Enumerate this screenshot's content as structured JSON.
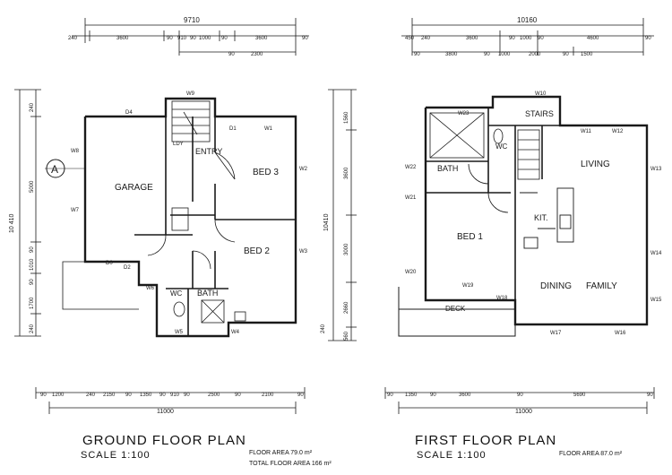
{
  "ground": {
    "title": "GROUND FLOOR PLAN",
    "scale": "SCALE 1:100",
    "floor_area": "FLOOR AREA 79.0 m²",
    "total_area": "TOTAL FLOOR AREA 166 m²",
    "rooms": {
      "garage": "GARAGE",
      "entry": "ENTRY",
      "bed3": "BED 3",
      "bed2": "BED 2",
      "wc": "WC",
      "bath": "BATH",
      "ldy": "LDY"
    },
    "dims": {
      "top_total": "9710",
      "top_parts": [
        "240",
        "3600",
        "90",
        "910",
        "90",
        "1000",
        "90",
        "3600",
        "90"
      ],
      "top_sub": [
        "90",
        "2300"
      ],
      "bottom_total": "11000",
      "bottom_parts": [
        "90",
        "1200",
        "240",
        "2150",
        "90",
        "1350",
        "90",
        "910",
        "90",
        "2500",
        "90",
        "2100",
        "90"
      ],
      "left_total": "10 410",
      "left_parts": [
        "240",
        "5000",
        "90",
        "1010",
        "90",
        "1700",
        "240"
      ],
      "right_total": "10410",
      "right_parts": [
        "1560",
        "3600",
        "3000",
        "2660",
        "240",
        "560"
      ]
    },
    "labels": {
      "w9": "W9",
      "w1": "W1",
      "w2": "W2",
      "w3": "W3",
      "w4": "W4",
      "w5": "W5",
      "w6": "W6",
      "w7": "W7",
      "w8": "W8",
      "d0": "D0",
      "d1": "D1",
      "d2": "D2",
      "d4": "D4",
      "section": "A"
    }
  },
  "first": {
    "title": "FIRST FLOOR PLAN",
    "scale": "SCALE 1:100",
    "floor_area": "FLOOR AREA 87.0 m²",
    "rooms": {
      "stairs": "STAIRS",
      "wc": "WC",
      "bath": "BATH",
      "living": "LIVING",
      "kit": "KIT.",
      "bed1": "BED 1",
      "dining": "DINING",
      "family": "FAMILY",
      "deck": "DECK"
    },
    "dims": {
      "top_total": "10160",
      "top_parts": [
        "450",
        "240",
        "3600",
        "90",
        "1000",
        "90",
        "4600",
        "90"
      ],
      "top_sub": [
        "90",
        "3800",
        "90",
        "1000",
        "2000",
        "90",
        "1500"
      ],
      "bottom_total": "11000",
      "bottom_parts": [
        "90",
        "1350",
        "90",
        "3600",
        "90",
        "5690",
        "90"
      ]
    },
    "labels": {
      "w10": "W10",
      "w11": "W11",
      "w12": "W12",
      "w13": "W13",
      "w14": "W14",
      "w15": "W15",
      "w16": "W16",
      "w17": "W17",
      "w18": "W18",
      "w19": "W19",
      "w20": "W20",
      "w21": "W21",
      "w22": "W22",
      "w23": "W23"
    }
  }
}
